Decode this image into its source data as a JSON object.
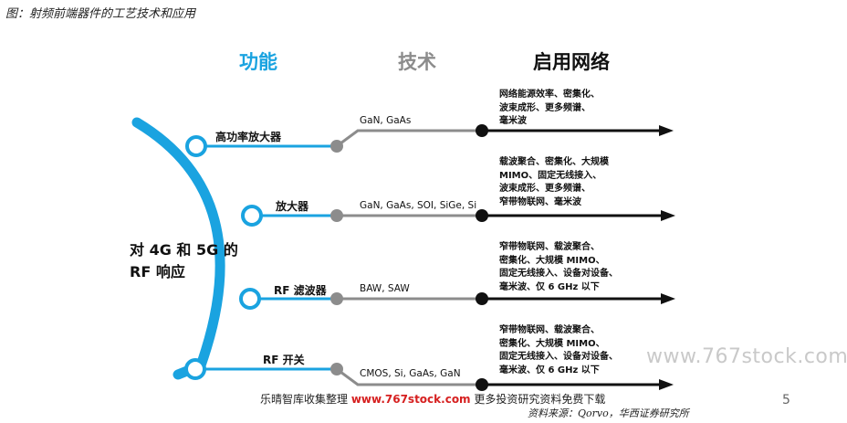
{
  "caption": "图：射频前端器件的工艺技术和应用",
  "source": "资料来源：Qorvo，华西证券研究所",
  "headers": {
    "function": "功能",
    "technology": "技术",
    "network": "启用网络"
  },
  "center_title_lines": [
    "对 4G 和 5G 的",
    "RF 响应"
  ],
  "rows": [
    {
      "component": "高功率放大器",
      "technology": "GaN, GaAs",
      "network": [
        "网络能源效率、密集化、",
        "波束成形、更多频谱、",
        "毫米波"
      ]
    },
    {
      "component": "放大器",
      "technology": "GaN, GaAs, SOI, SiGe, Si",
      "network": [
        "载波聚合、密集化、大规模",
        "MIMO、固定无线接入、",
        "波束成形、更多频谱、",
        "窄带物联网、毫米波"
      ]
    },
    {
      "component": "RF 滤波器",
      "technology": "BAW, SAW",
      "network": [
        "窄带物联网、载波聚合、",
        "密集化、大规模 MIMO、",
        "固定无线接入、设备对设备、",
        "毫米波、仅 6 GHz 以下"
      ]
    },
    {
      "component": "RF 开关",
      "technology": "CMOS, Si, GaAs, GaN",
      "network": [
        "窄带物联网、载波聚合、",
        "密集化、大规模 MIMO、",
        "固定无线接入、设备对设备、",
        "毫米波、仅 6 GHz 以下"
      ]
    }
  ],
  "watermark": "www.767stock.com",
  "footer": {
    "prefix": "乐晴智库收集整理 ",
    "url": "www.767stock.com",
    "suffix": " 更多投资研究资料免费下载"
  },
  "page_number": "5",
  "colors": {
    "blue": "#1aa3e0",
    "gray": "#8c8c8c",
    "black": "#111111"
  }
}
